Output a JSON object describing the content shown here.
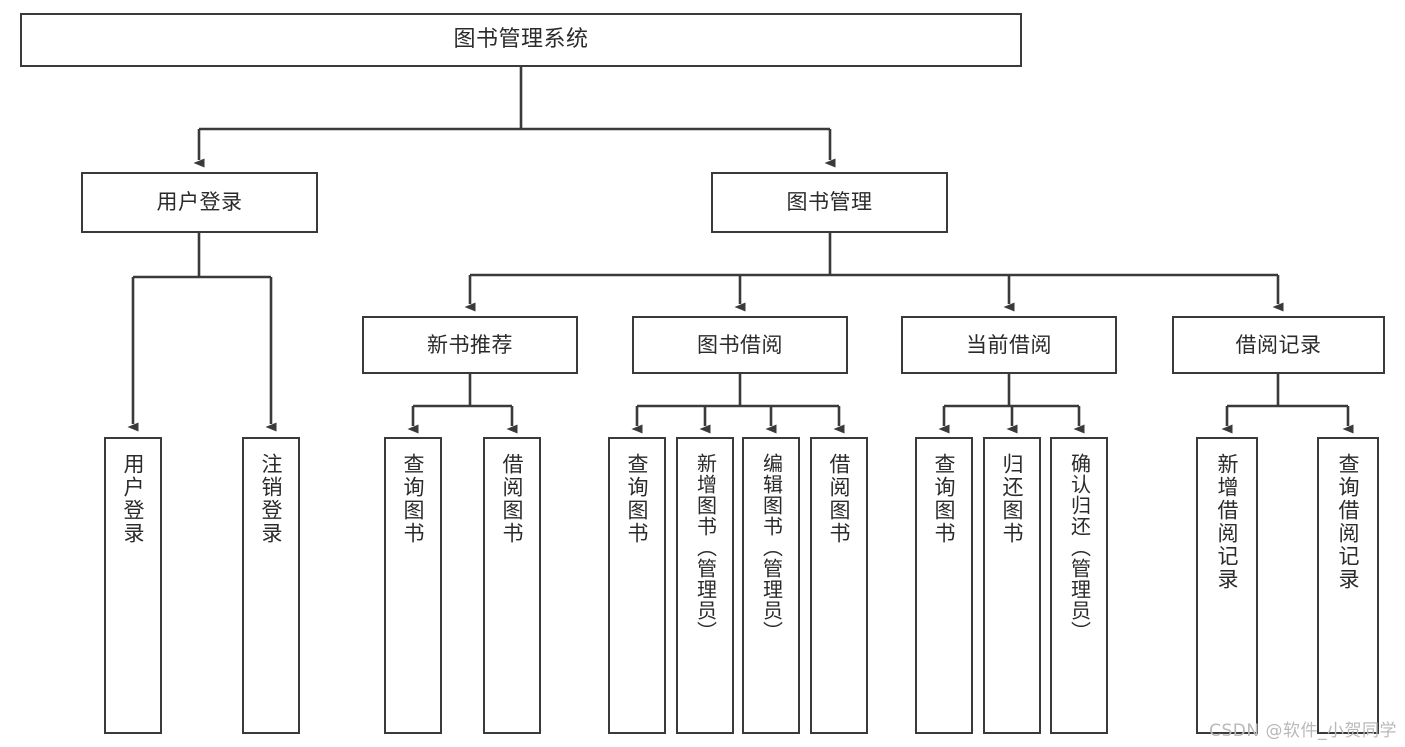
{
  "diagram": {
    "title_node": {
      "label": "图书管理系统"
    },
    "level1": [
      {
        "id": "user-login",
        "label": "用户登录"
      },
      {
        "id": "book-manage",
        "label": "图书管理"
      }
    ],
    "level2": [
      {
        "id": "new-book-recommend",
        "label": "新书推荐"
      },
      {
        "id": "book-borrow",
        "label": "图书借阅"
      },
      {
        "id": "current-borrow",
        "label": "当前借阅"
      },
      {
        "id": "borrow-record",
        "label": "借阅记录"
      }
    ],
    "leaves": {
      "user_login": [
        {
          "id": "leaf-user-login",
          "label": "用户登录"
        },
        {
          "id": "leaf-logout-login",
          "label": "注销登录"
        }
      ],
      "new_book_recommend": [
        {
          "id": "leaf-query-book-1",
          "label": "查询图书"
        },
        {
          "id": "leaf-borrow-book-1",
          "label": "借阅图书"
        }
      ],
      "book_borrow": [
        {
          "id": "leaf-query-book-2",
          "label": "查询图书"
        },
        {
          "id": "leaf-add-book-admin",
          "label": "新增图书（管理员）"
        },
        {
          "id": "leaf-edit-book-admin",
          "label": "编辑图书（管理员）"
        },
        {
          "id": "leaf-borrow-book-2",
          "label": "借阅图书"
        }
      ],
      "current_borrow": [
        {
          "id": "leaf-query-book-3",
          "label": "查询图书"
        },
        {
          "id": "leaf-return-book",
          "label": "归还图书"
        },
        {
          "id": "leaf-confirm-return-admin",
          "label": "确认归还（管理员）"
        }
      ],
      "borrow_record": [
        {
          "id": "leaf-add-borrow-record",
          "label": "新增借阅记录"
        },
        {
          "id": "leaf-query-borrow-record",
          "label": "查询借阅记录"
        }
      ]
    }
  },
  "watermark": {
    "text": "CSDN @软件_小贺同学"
  },
  "colors": {
    "stroke": "#3a3a3a",
    "text": "#2b2b2b",
    "background": "#ffffff",
    "watermark": "#b9b9b9"
  }
}
